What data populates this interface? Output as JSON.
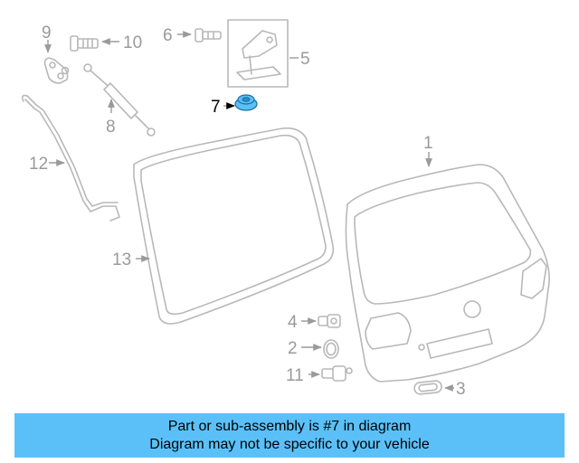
{
  "callouts": {
    "c1": "1",
    "c2": "2",
    "c3": "3",
    "c4": "4",
    "c5": "5",
    "c6": "6",
    "c7": "7",
    "c8": "8",
    "c9": "9",
    "c10": "10",
    "c11": "11",
    "c12": "12",
    "c13": "13"
  },
  "highlight": {
    "part_number": "7",
    "color": "#5bc0f8"
  },
  "banner": {
    "line1": "Part or sub-assembly is #7 in diagram",
    "line2": "Diagram may not be specific to your vehicle",
    "background": "#5bc0f8"
  }
}
